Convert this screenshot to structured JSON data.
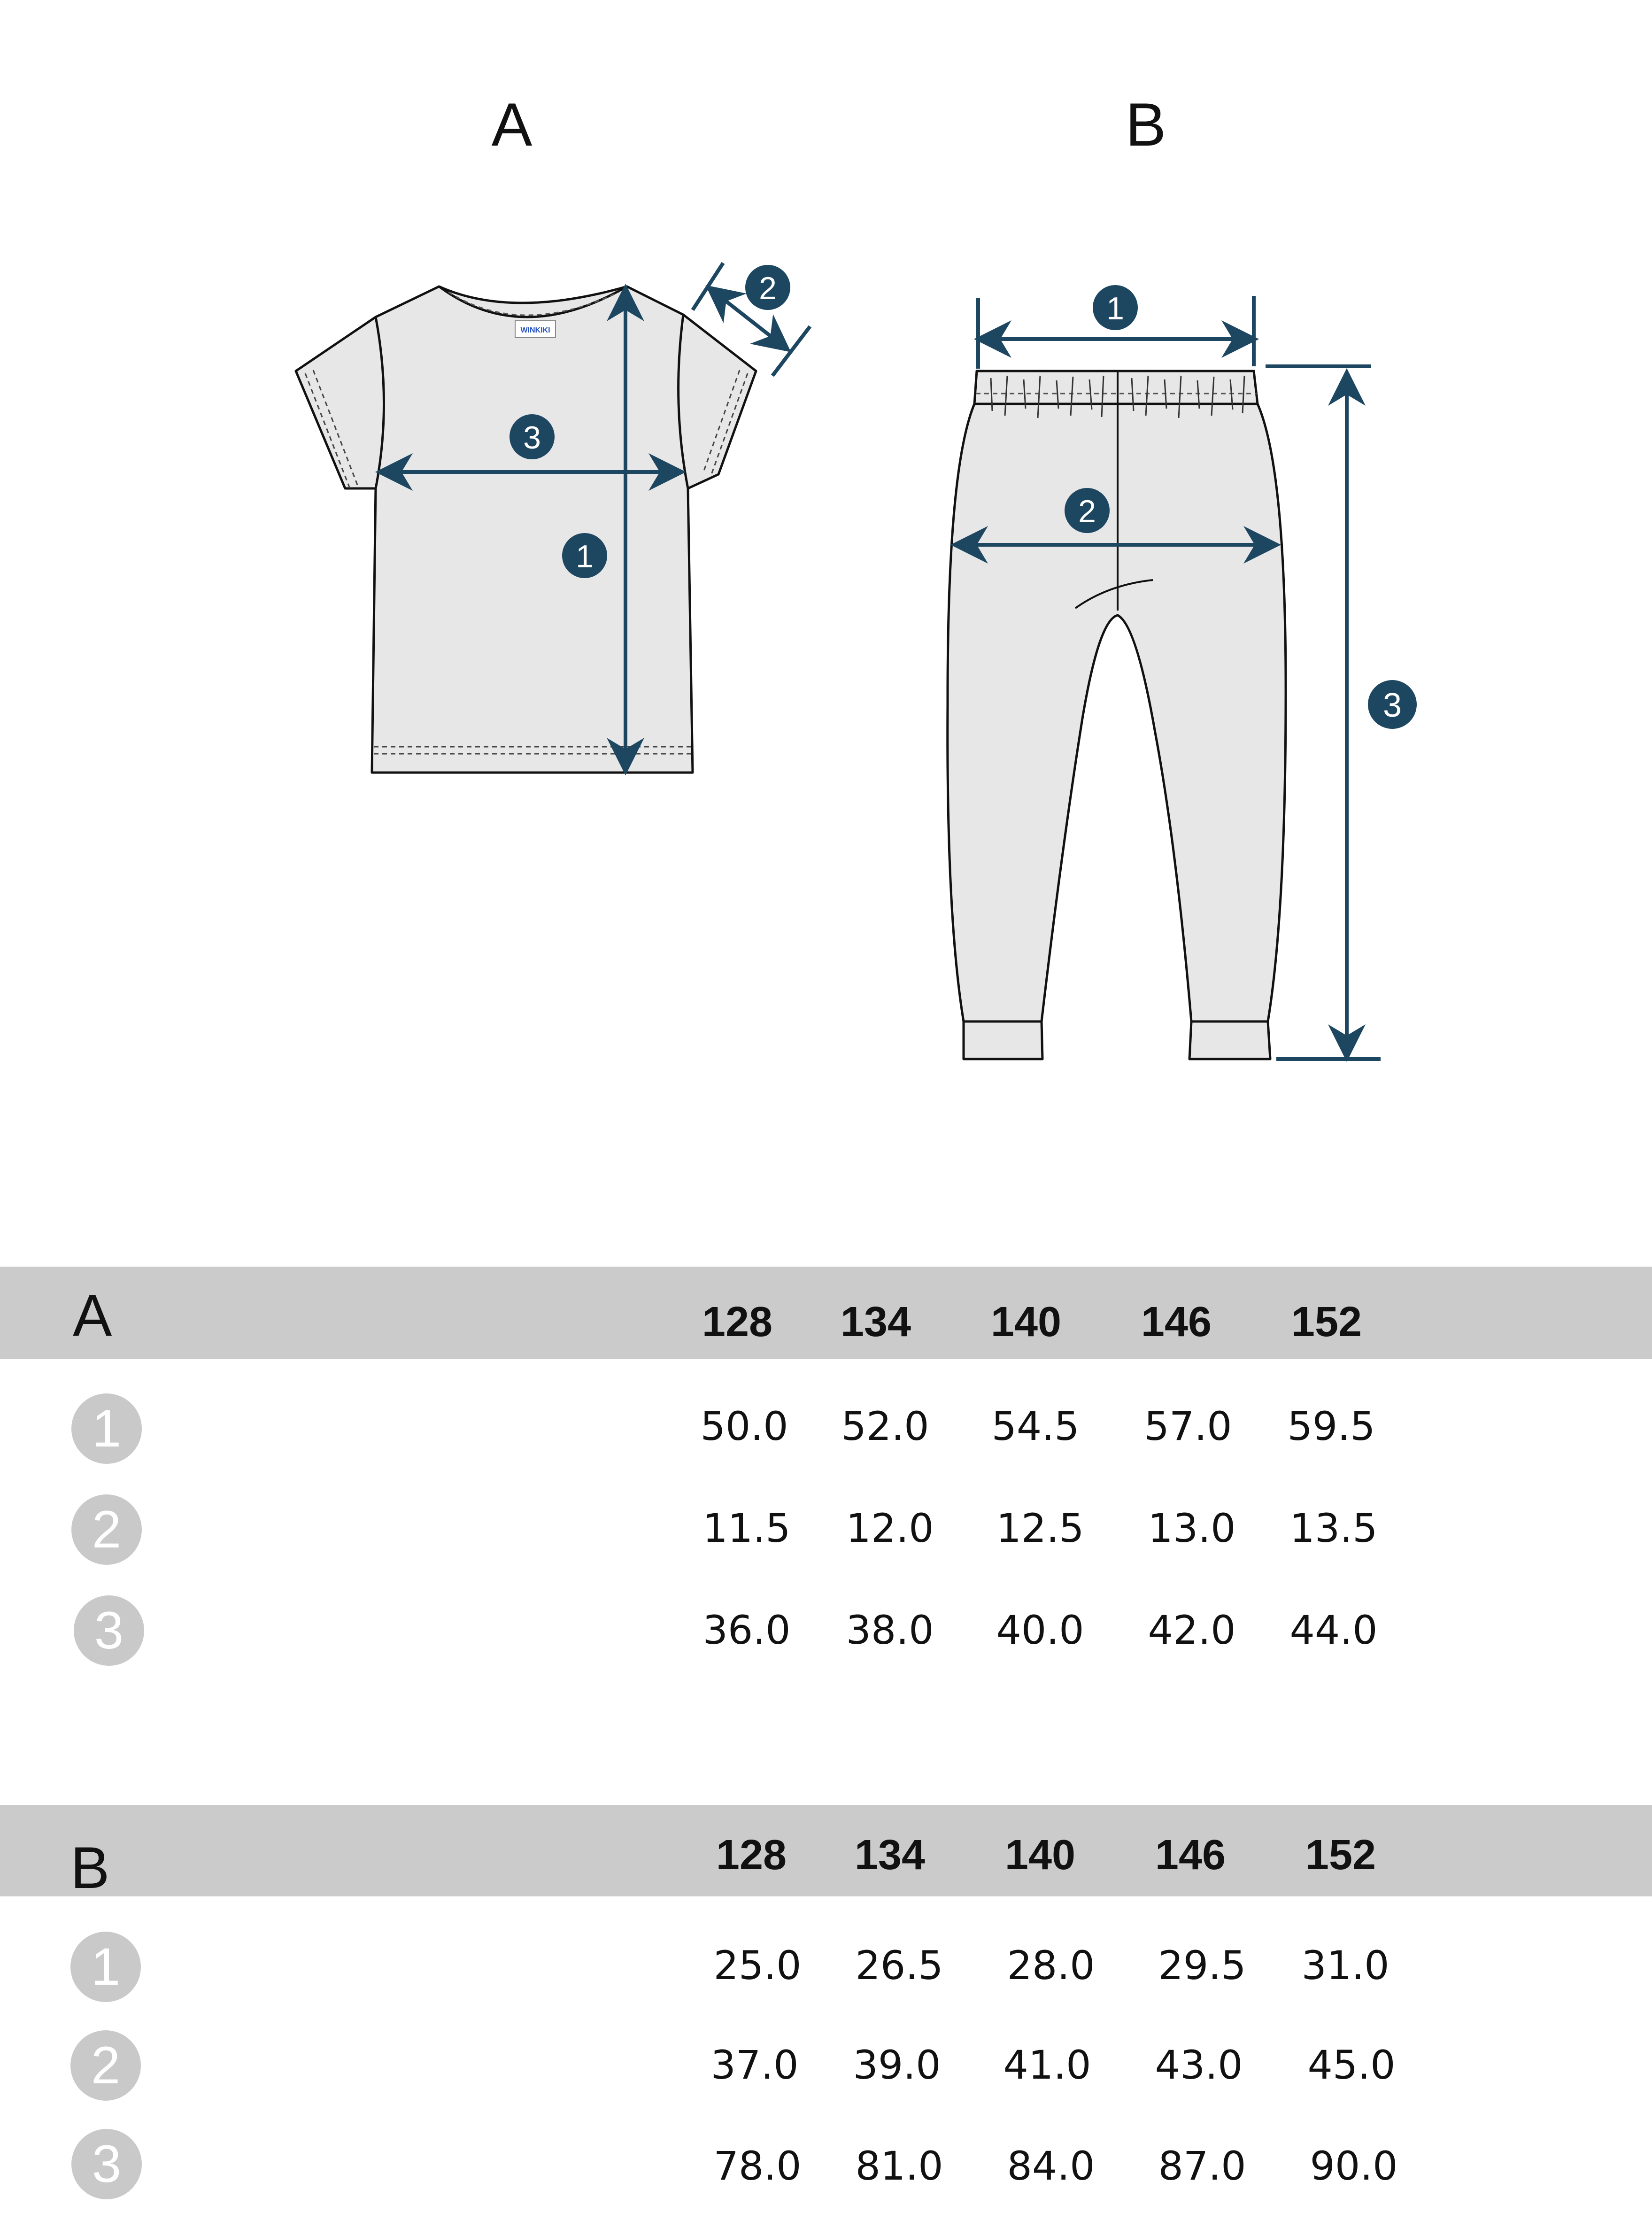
{
  "illustrations": {
    "a": {
      "label": "A",
      "brand_tag": "WINKIKI",
      "badges": [
        "1",
        "2",
        "3"
      ]
    },
    "b": {
      "label": "B",
      "badges": [
        "1",
        "2",
        "3"
      ]
    }
  },
  "colors": {
    "garment_fill": "#e8e7e7",
    "measure_line": "#1d4661",
    "badge_fill": "#1d4661",
    "header_bar": "#cbcbcb",
    "row_badge": "#c9c9c9"
  },
  "tables": [
    {
      "id": "a",
      "letter": "A",
      "sizes": [
        "128",
        "134",
        "140",
        "146",
        "152"
      ],
      "rows": [
        {
          "badge": "1",
          "values": [
            "50.0",
            "52.0",
            "54.5",
            "57.0",
            "59.5"
          ]
        },
        {
          "badge": "2",
          "values": [
            "11.5",
            "12.0",
            "12.5",
            "13.0",
            "13.5"
          ]
        },
        {
          "badge": "3",
          "values": [
            "36.0",
            "38.0",
            "40.0",
            "42.0",
            "44.0"
          ]
        }
      ]
    },
    {
      "id": "b",
      "letter": "B",
      "sizes": [
        "128",
        "134",
        "140",
        "146",
        "152"
      ],
      "rows": [
        {
          "badge": "1",
          "values": [
            "25.0",
            "26.5",
            "28.0",
            "29.5",
            "31.0"
          ]
        },
        {
          "badge": "2",
          "values": [
            "37.0",
            "39.0",
            "41.0",
            "43.0",
            "45.0"
          ]
        },
        {
          "badge": "3",
          "values": [
            "78.0",
            "81.0",
            "84.0",
            "87.0",
            "90.0"
          ]
        }
      ]
    }
  ]
}
